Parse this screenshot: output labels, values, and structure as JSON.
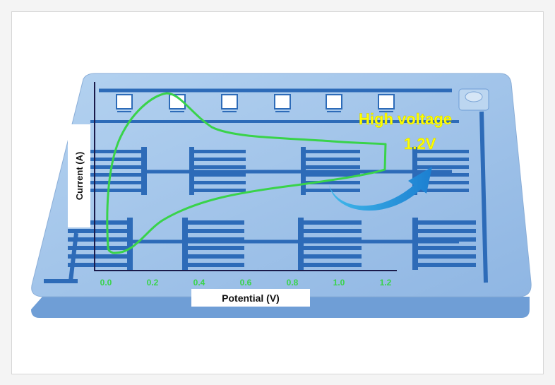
{
  "annotation": {
    "line1": "High voltage",
    "line2": "1.2V"
  },
  "colors": {
    "board": "#9ec2e8",
    "board_side": "#6f9ed6",
    "electrode": "#2d6bb8",
    "cv_curve": "#39d34a",
    "annotation_text": "#ffff00",
    "arrow": "#2a9de0"
  },
  "chart_data": {
    "type": "line",
    "xlabel": "Potential (V)",
    "ylabel": "Current (A)",
    "x_ticks": [
      "0.0",
      "0.2",
      "0.4",
      "0.6",
      "0.8",
      "1.0",
      "1.2"
    ],
    "xlim": [
      0.0,
      1.2
    ],
    "series": [
      {
        "values_x": [
          0.0,
          0.01,
          0.03,
          0.07,
          0.12,
          0.17,
          0.22,
          0.25,
          0.3,
          0.4,
          0.6,
          0.8,
          1.0,
          1.15,
          1.2,
          1.19,
          1.1,
          1.0,
          0.8,
          0.6,
          0.4,
          0.3,
          0.2,
          0.12,
          0.08,
          0.05,
          0.0
        ],
        "note": "cyclic voltammetry loop"
      }
    ]
  }
}
